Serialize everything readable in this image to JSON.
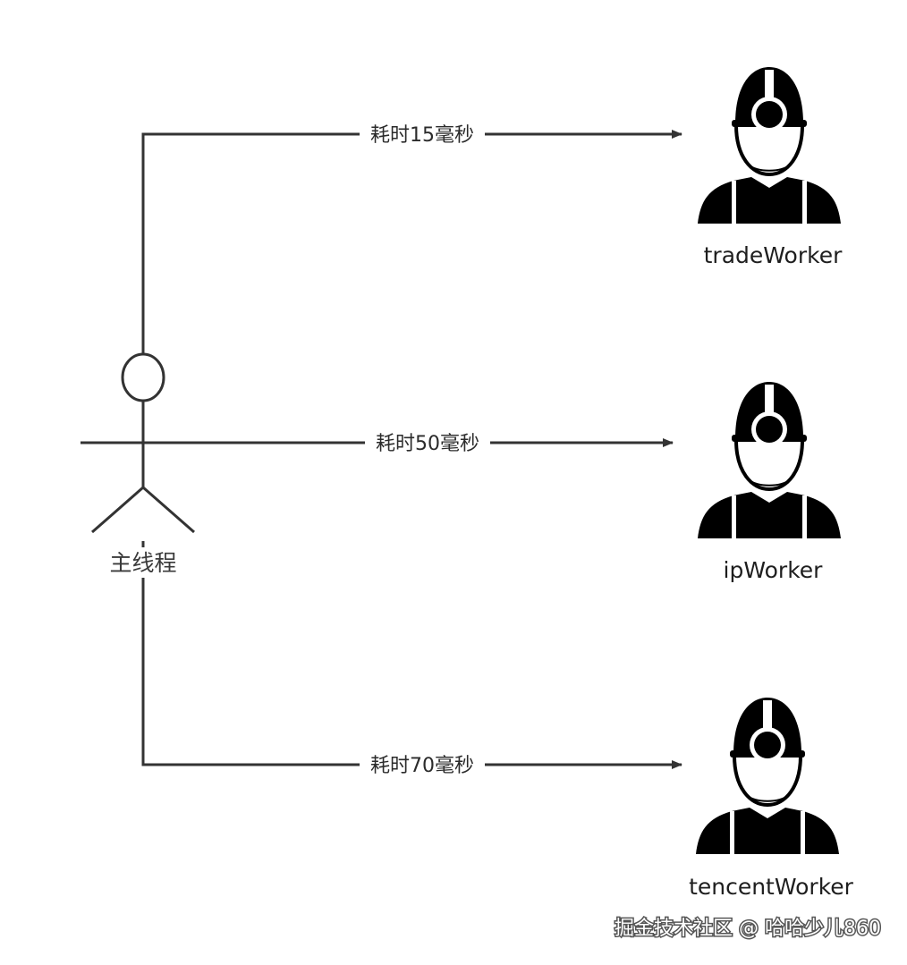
{
  "actor": {
    "label": "主线程",
    "icon": "stick-figure-icon"
  },
  "edges": [
    {
      "label": "耗时15毫秒",
      "target": "tradeWorker"
    },
    {
      "label": "耗时50毫秒",
      "target": "ipWorker"
    },
    {
      "label": "耗时70毫秒",
      "target": "tencentWorker"
    }
  ],
  "workers": [
    {
      "label": "tradeWorker",
      "icon": "worker-hardhat-icon"
    },
    {
      "label": "ipWorker",
      "icon": "worker-hardhat-icon"
    },
    {
      "label": "tencentWorker",
      "icon": "worker-hardhat-icon"
    }
  ],
  "watermark": "掘金技术社区 @ 哈哈少儿860",
  "colors": {
    "line": "#333333",
    "icon": "#000000",
    "background": "#ffffff"
  }
}
